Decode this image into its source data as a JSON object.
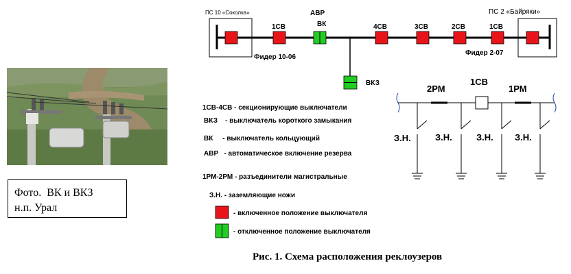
{
  "diagram": {
    "substation_left": "ПС 10 «Соколка»",
    "substation_right": "ПС 2 «Байряки»",
    "feeder_left": "Фидер 10-06",
    "feeder_right": "Фидер 2-07",
    "switches": {
      "sv1_left": "1СВ",
      "avr": "АВР",
      "vk": "ВК",
      "sv4": "4СВ",
      "sv3": "3СВ",
      "sv2": "2СВ",
      "sv1_right": "1СВ",
      "vkz": "ВКЗ"
    },
    "detail": {
      "rm2": "2РМ",
      "sv1": "1СВ",
      "rm1": "1РМ",
      "zn": [
        "З.Н.",
        "З.Н.",
        "З.Н.",
        "З.Н."
      ]
    },
    "legend": [
      "1СВ-4СВ - секционирующие выключатели",
      "ВКЗ    - выключатель короткого замыкания",
      "ВК     - выключатель кольцующий",
      "АВР   - автоматическое включение резерва",
      "1РМ-2РМ - разъединители магистральные",
      "З.Н. - заземляющие ножи"
    ],
    "state_legend": {
      "on": "- включенное положение выключателя",
      "off": "- отключенное положение выключателя"
    },
    "colors": {
      "on": "#e8141a",
      "off": "#22cc22"
    }
  },
  "photo_caption": [
    "Фото.  ВК и ВКЗ",
    "н.п. Урал"
  ],
  "figure_caption": "Рис. 1. Схема расположения реклоузеров"
}
